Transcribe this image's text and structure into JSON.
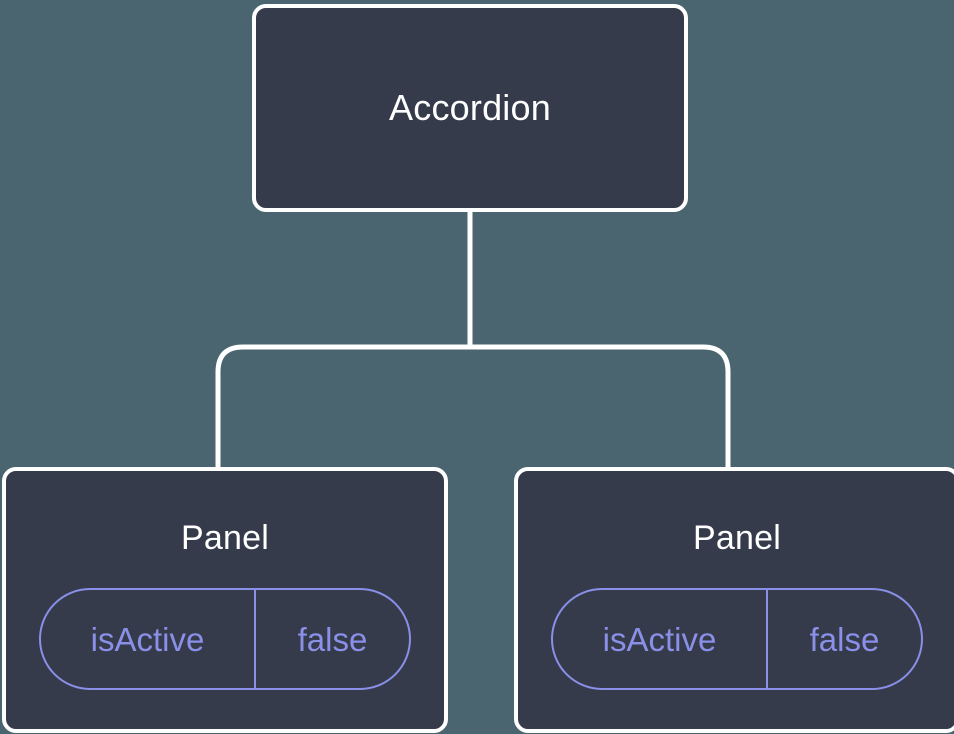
{
  "canvas": {
    "background_color": "#4a6570",
    "node_fill_color": "#353b4a",
    "node_border_color": "#ffffff",
    "edge_color": "#ffffff",
    "accent_color": "#8a8fe8"
  },
  "tree": {
    "root": {
      "title": "Accordion"
    },
    "children": [
      {
        "title": "Panel",
        "state": {
          "key": "isActive",
          "value": "false"
        }
      },
      {
        "title": "Panel",
        "state": {
          "key": "isActive",
          "value": "false"
        }
      }
    ]
  }
}
